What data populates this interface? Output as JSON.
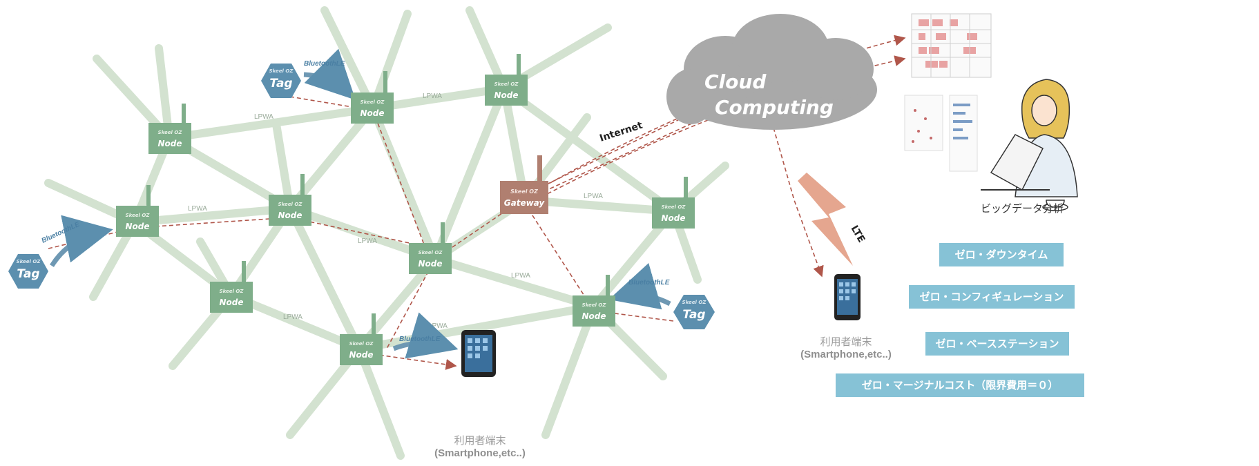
{
  "colors": {
    "node": "#7fae8a",
    "gateway": "#b07f70",
    "tag": "#5c8fae",
    "link": "#cfdfcc",
    "dashed": "#b0564a",
    "cloud": "#a9a9a9",
    "badge": "#86c2d6"
  },
  "node_labels": {
    "top": "Skeel OZ",
    "main": "Node"
  },
  "gateway_labels": {
    "top": "Skeel OZ",
    "main": "Gateway"
  },
  "tag_labels": {
    "top": "Skeel OZ",
    "main": "Tag"
  },
  "link_label": "LPWA",
  "ble_label": "BluetoothLE",
  "cloud": {
    "line1": "Cloud",
    "line2": "Computing"
  },
  "internet_label": "Internet",
  "lte_label": "LTE",
  "device_left": {
    "label": "利用者端末",
    "sub": "(Smartphone,etc..)"
  },
  "device_right": {
    "label": "利用者端末",
    "sub": "(Smartphone,etc..)"
  },
  "analysis_label": "ビッグデータ分析",
  "badges": [
    "ゼロ・ダウンタイム",
    "ゼロ・コンフィギュレーション",
    "ゼロ・ベースステーション",
    "ゼロ・マージナルコスト（限界費用＝０）"
  ]
}
